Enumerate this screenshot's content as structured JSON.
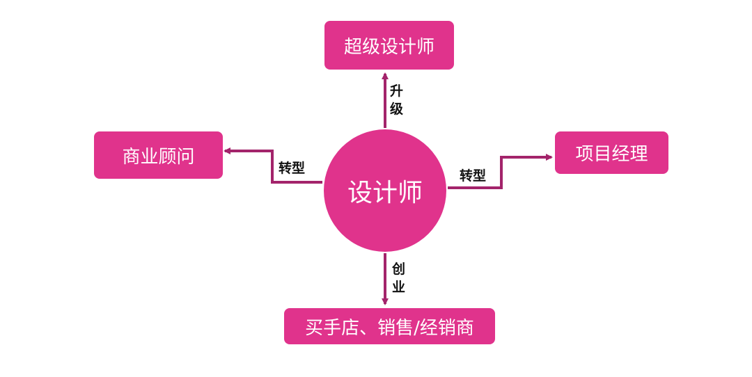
{
  "center": {
    "label": "设计师"
  },
  "nodes": {
    "top": {
      "label": "超级设计师"
    },
    "left": {
      "label": "商业顾问"
    },
    "right": {
      "label": "项目经理"
    },
    "bottom": {
      "label": "买手店、销售/经销商"
    }
  },
  "edges": {
    "up": {
      "label": "升级"
    },
    "left": {
      "label": "转型"
    },
    "right": {
      "label": "转型"
    },
    "down": {
      "label": "创业"
    }
  },
  "colors": {
    "node_fill": "#e0338c",
    "arrow": "#a3246b",
    "text_on_node": "#ffffff",
    "edge_label": "#111111"
  }
}
